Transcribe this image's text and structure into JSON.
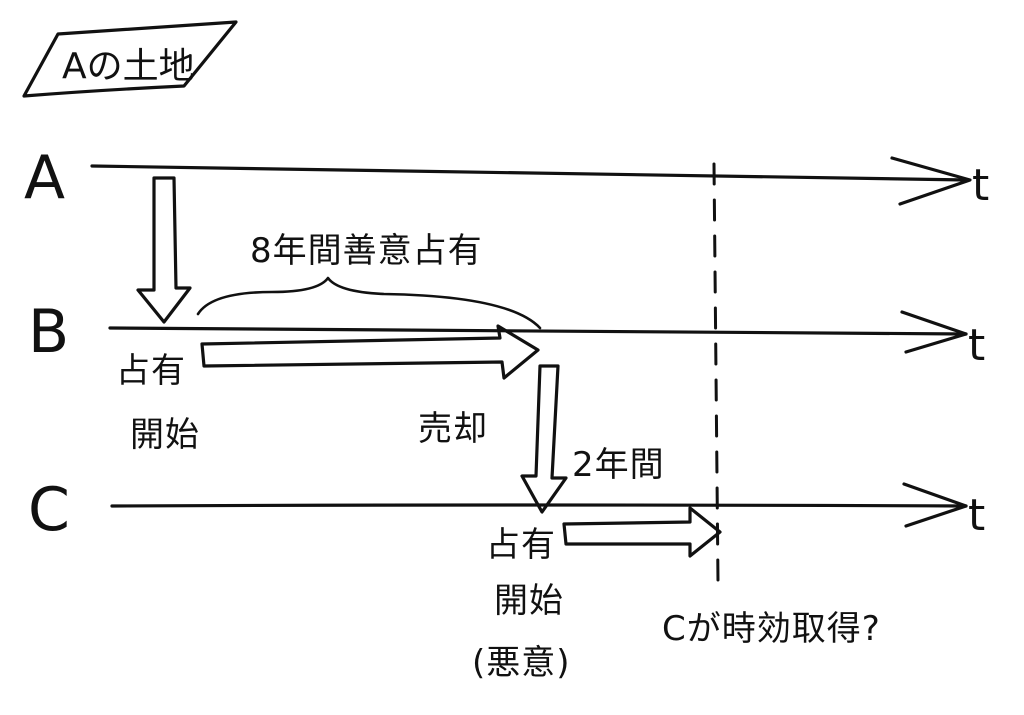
{
  "title": "Aの土地",
  "parties": {
    "a": "A",
    "b": "B",
    "c": "C"
  },
  "axis_label": "t",
  "annotations": {
    "eight_years": "8年間善意占有",
    "b_occupation_start_line1": "占有",
    "b_occupation_start_line2": "開始",
    "sale": "売却",
    "two_years": "2年間",
    "c_occupation_start_line1": "占有",
    "c_occupation_start_line2": "開始",
    "c_bad_faith": "(悪意)",
    "question": "Cが時効取得?"
  }
}
